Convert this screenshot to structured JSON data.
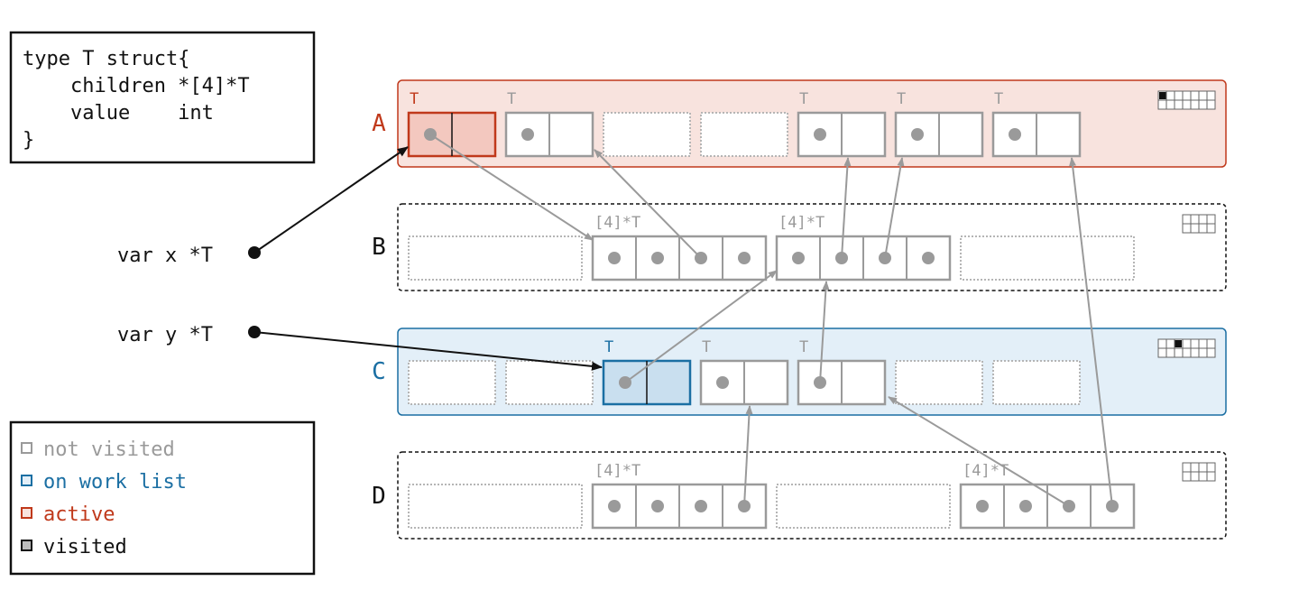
{
  "code_box": {
    "lines": [
      "type T struct{",
      "    children *[4]*T",
      "    value    int",
      "}"
    ]
  },
  "variables": [
    "var x *T",
    "var y *T"
  ],
  "rows": [
    {
      "label": "A",
      "state": "active"
    },
    {
      "label": "B",
      "state": "plain"
    },
    {
      "label": "C",
      "state": "work"
    },
    {
      "label": "D",
      "state": "plain"
    }
  ],
  "type_labels": {
    "struct": "T",
    "array": "[4]*T"
  },
  "legend": [
    {
      "label": "not visited",
      "state": "not_visited"
    },
    {
      "label": "on work list",
      "state": "work_list"
    },
    {
      "label": "active",
      "state": "active"
    },
    {
      "label": "visited",
      "state": "visited"
    }
  ],
  "colors": {
    "active": "#c0391b",
    "active_fill": "#f8e3de",
    "work": "#1b6fa3",
    "work_fill": "#e3eff8",
    "gray": "#9a9a9a",
    "black": "#111111"
  }
}
